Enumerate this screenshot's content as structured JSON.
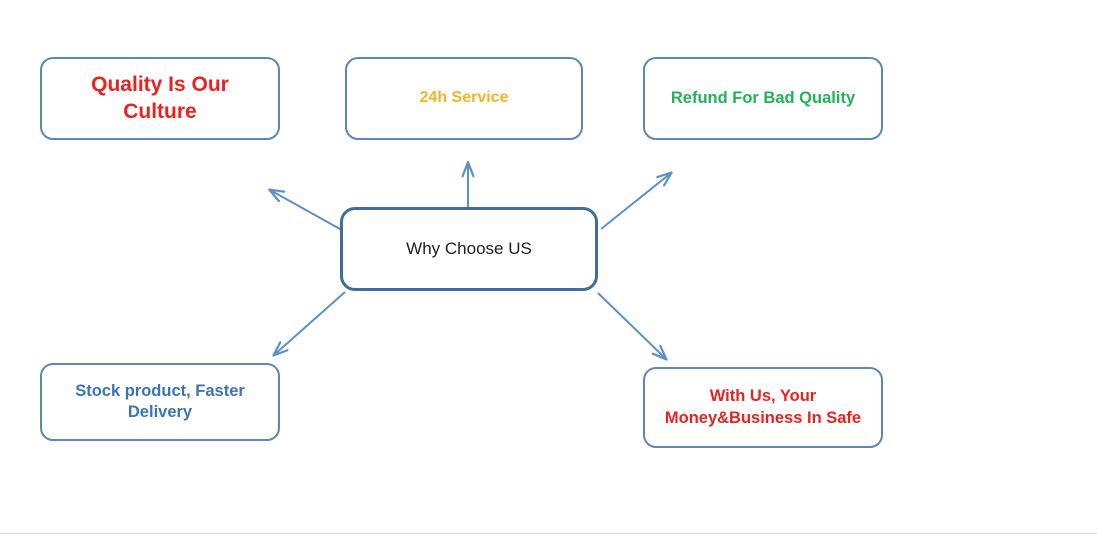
{
  "diagram": {
    "type": "mind-map",
    "title": "Why Choose US",
    "background_color": "#ffffff",
    "node_border_color": "#5b87b8",
    "center_border_color": "#3f6e9e",
    "connector_color": "#5b8fc9",
    "center": {
      "id": "center",
      "label": "Why Choose US",
      "text_color": "#20201f"
    },
    "nodes": [
      {
        "id": "quality",
        "label": "Quality Is Our\nCulture",
        "text_color": "#e8221f",
        "position": "top-left"
      },
      {
        "id": "service",
        "label": "24h Service",
        "text_color": "#f5b324",
        "position": "top-center"
      },
      {
        "id": "refund",
        "label": "Refund For Bad Quality",
        "text_color": "#21b355",
        "position": "top-right"
      },
      {
        "id": "stock",
        "label": "Stock product, Faster\nDelivery",
        "text_color": "#3a73b8",
        "position": "bottom-left"
      },
      {
        "id": "safe",
        "label": "With Us, Your\nMoney&Business In Safe",
        "text_color": "#e8221f",
        "position": "bottom-right"
      }
    ],
    "connectors": [
      {
        "id": "center-to-quality",
        "from": "center",
        "to": "quality",
        "direction": "up-left"
      },
      {
        "id": "center-to-service",
        "from": "center",
        "to": "service",
        "direction": "up"
      },
      {
        "id": "center-to-refund",
        "from": "center",
        "to": "refund",
        "direction": "up-right"
      },
      {
        "id": "center-to-stock",
        "from": "center",
        "to": "stock",
        "direction": "down-left"
      },
      {
        "id": "center-to-safe",
        "from": "center",
        "to": "safe",
        "direction": "down-right"
      }
    ]
  }
}
